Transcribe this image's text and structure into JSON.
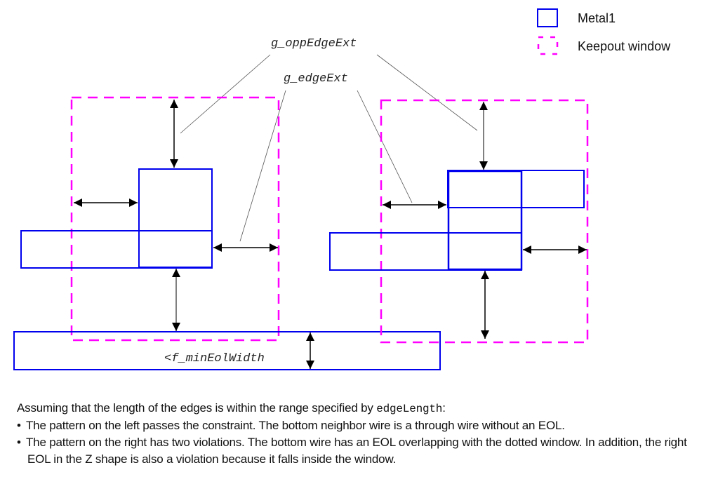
{
  "colors": {
    "metal": "#0000ee",
    "keepout": "#ff00ff",
    "arrow": "#000000",
    "leader": "#555555"
  },
  "legend": {
    "items": [
      {
        "label": "Metal1",
        "style": "solid",
        "icon": "metal1-swatch-icon"
      },
      {
        "label": "Keepout window",
        "style": "dashed",
        "icon": "keepout-swatch-icon"
      }
    ]
  },
  "labels": {
    "opp_edge_ext": "g_oppEdgeExt",
    "edge_ext": "g_edgeExt",
    "min_eol_width": "<f_minEolWidth"
  },
  "caption": {
    "intro_prefix": "Assuming that the length of the edges is within the range specified by ",
    "intro_code": "edgeLength",
    "intro_suffix": ":",
    "bullet_char": "•",
    "bullets": [
      "The pattern on the left passes the constraint. The bottom neighbor wire is a through wire without an EOL.",
      "The pattern on the right has two violations. The bottom wire has an EOL overlapping with the dotted window. In addition, the right EOL in the Z shape is also a violation because it falls inside the window."
    ]
  }
}
